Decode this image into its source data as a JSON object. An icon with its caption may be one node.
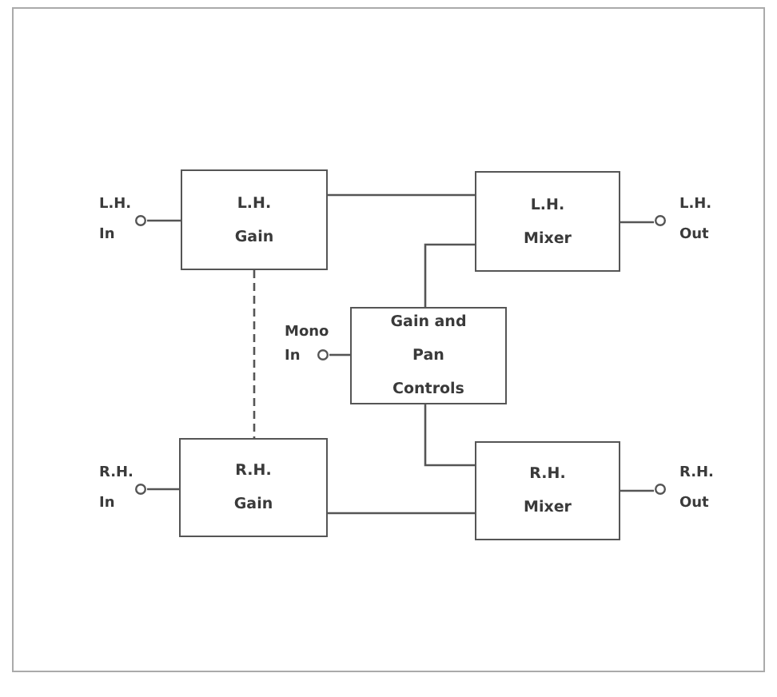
{
  "diagram": {
    "nodes": [
      {
        "text": [
          "L.H. In"
        ]
      },
      {
        "text": [
          "L.H. Gain"
        ]
      },
      {
        "text": [
          "L.H. Mixer"
        ]
      },
      {
        "text": [
          "L.H. Out"
        ]
      },
      {
        "text": [
          "Mono In"
        ]
      },
      {
        "text": [
          "Gain and Pan Controls"
        ]
      },
      {
        "text": [
          "R.H. In"
        ]
      },
      {
        "text": [
          "R.H. Gain"
        ]
      },
      {
        "text": [
          "R.H. Mixer"
        ]
      },
      {
        "text": [
          "R.H. Out"
        ]
      }
    ],
    "edges": [
      {
        "from": 0,
        "to": 1,
        "arrow": "none"
      },
      {
        "from": 1,
        "to": 2,
        "arrow": "none"
      },
      {
        "from": 1,
        "to": 7,
        "arrow": "none",
        "style": "dashed"
      },
      {
        "from": 4,
        "to": 5,
        "arrow": "none"
      },
      {
        "from": 5,
        "to": 2,
        "arrow": "none"
      },
      {
        "from": 5,
        "to": 8,
        "arrow": "none"
      },
      {
        "from": 6,
        "to": 7,
        "arrow": "none"
      },
      {
        "from": 7,
        "to": 8,
        "arrow": "none"
      },
      {
        "from": 2,
        "to": 3,
        "arrow": "none"
      },
      {
        "from": 8,
        "to": 9,
        "arrow": "none"
      }
    ]
  }
}
